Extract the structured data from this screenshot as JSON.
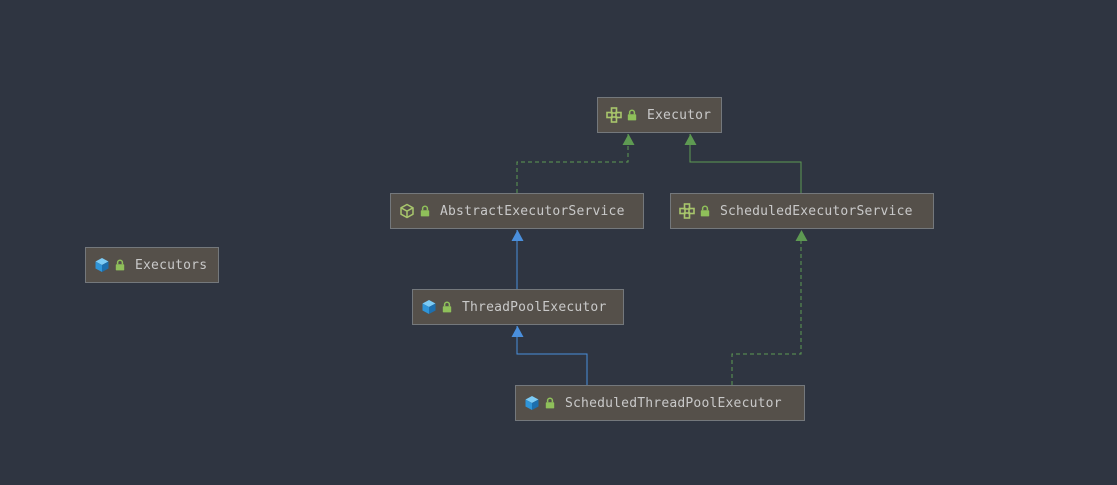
{
  "diagram": {
    "nodes": [
      {
        "id": "executor",
        "label": "Executor",
        "kind": "interface"
      },
      {
        "id": "abstract_executor_service",
        "label": "AbstractExecutorService",
        "kind": "abstract-class"
      },
      {
        "id": "scheduled_executor_service",
        "label": "ScheduledExecutorService",
        "kind": "interface"
      },
      {
        "id": "executors",
        "label": "Executors",
        "kind": "class"
      },
      {
        "id": "thread_pool_executor",
        "label": "ThreadPoolExecutor",
        "kind": "class"
      },
      {
        "id": "scheduled_thread_pool_executor",
        "label": "ScheduledThreadPoolExecutor",
        "kind": "class"
      }
    ],
    "edges": [
      {
        "from": "abstract_executor_service",
        "to": "executor",
        "relation": "implements"
      },
      {
        "from": "scheduled_executor_service",
        "to": "executor",
        "relation": "extends-interface"
      },
      {
        "from": "thread_pool_executor",
        "to": "abstract_executor_service",
        "relation": "extends"
      },
      {
        "from": "scheduled_thread_pool_executor",
        "to": "thread_pool_executor",
        "relation": "extends"
      },
      {
        "from": "scheduled_thread_pool_executor",
        "to": "scheduled_executor_service",
        "relation": "implements"
      }
    ]
  },
  "colors": {
    "background": "#2f3541",
    "node_fill": "#55504a",
    "node_border": "#74787c",
    "label_text": "#c9c9c9",
    "extends_edge": "#4a8fdc",
    "implements_edge": "#5e9a52",
    "interface_icon": "#a8c66c",
    "class_icon": "#3ea6e6",
    "lock_icon": "#8fc05a"
  },
  "icons": {
    "interface": "interface-icon",
    "abstract-class": "abstract-class-icon",
    "class": "class-icon",
    "lock": "lock-icon"
  }
}
